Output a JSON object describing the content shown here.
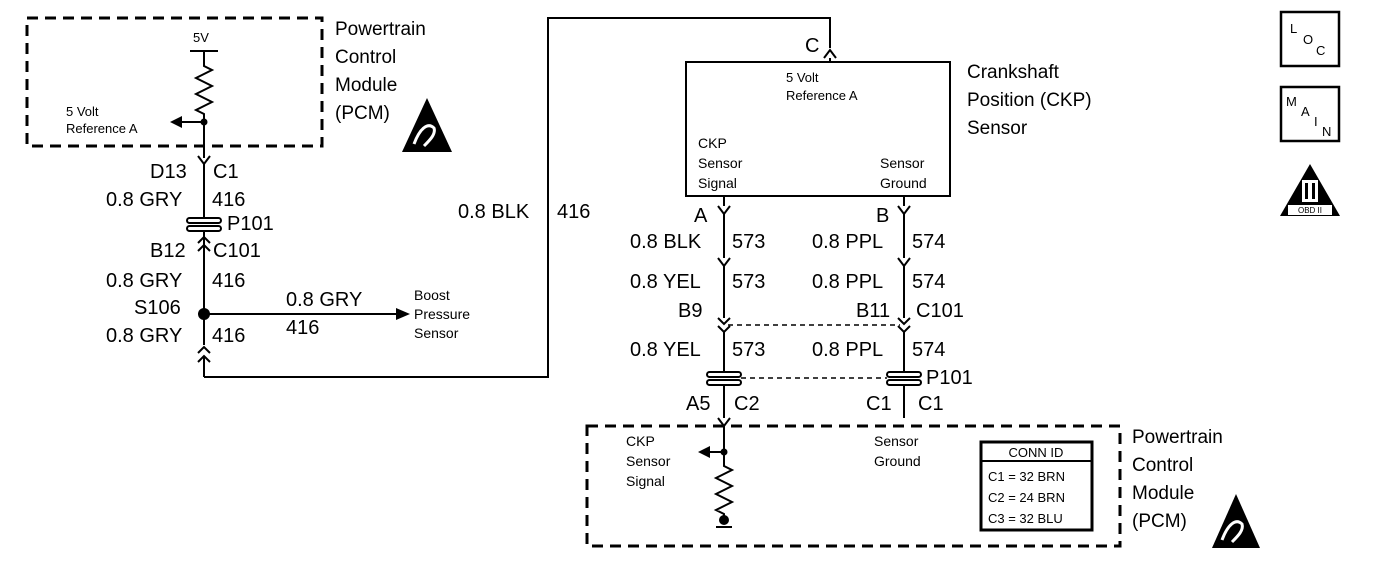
{
  "pcm_top": {
    "name_lines": [
      "Powertrain",
      "Control",
      "Module",
      "(PCM)"
    ],
    "voltage": "5V",
    "ref_lines": [
      "5 Volt",
      "Reference A"
    ]
  },
  "left_circuit": {
    "pin": "D13",
    "conn": "C1",
    "wire1": "0.8 GRY",
    "ckt1": "416",
    "splice_conn": "P101",
    "pin2": "B12",
    "conn2": "C101",
    "wire2": "0.8 GRY",
    "ckt2": "416",
    "splice": "S106",
    "branch_wire": "0.8 GRY",
    "branch_ckt": "416",
    "boost_lines": [
      "Boost",
      "Pressure",
      "Sensor"
    ],
    "wire3": "0.8 GRY",
    "ckt3": "416"
  },
  "loop_wire": {
    "color": "0.8 BLK",
    "ckt": "416"
  },
  "ckp_sensor": {
    "name_lines": [
      "Crankshaft",
      "Position (CKP)",
      "Sensor"
    ],
    "pin_c": "C",
    "ref_lines": [
      "5 Volt",
      "Reference A"
    ],
    "signal_lines": [
      "CKP",
      "Sensor",
      "Signal"
    ],
    "ground_lines": [
      "Sensor",
      "Ground"
    ]
  },
  "circuit_a": {
    "pin": "A",
    "wire1": "0.8 BLK",
    "ckt1": "573",
    "wire2": "0.8 YEL",
    "ckt2": "573",
    "pin2": "B9",
    "wire3": "0.8 YEL",
    "ckt3": "573",
    "pcm_pin": "A5",
    "pcm_conn": "C2"
  },
  "circuit_b": {
    "pin": "B",
    "wire1": "0.8 PPL",
    "ckt1": "574",
    "wire2": "0.8 PPL",
    "ckt2": "574",
    "pin2": "B11",
    "conn2": "C101",
    "wire3": "0.8 PPL",
    "ckt3": "574",
    "splice_conn": "P101",
    "pcm_pin": "C1",
    "pcm_conn": "C1"
  },
  "pcm_bottom": {
    "name_lines": [
      "Powertrain",
      "Control",
      "Module",
      "(PCM)"
    ],
    "signal_lines": [
      "CKP",
      "Sensor",
      "Signal"
    ],
    "ground_lines": [
      "Sensor",
      "Ground"
    ],
    "conn_id": {
      "title": "CONN ID",
      "rows": [
        "C1 = 32 BRN",
        "C2 = 24 BRN",
        "C3 = 32 BLU"
      ]
    }
  },
  "side_icons": {
    "loc": [
      "L",
      "O",
      "C"
    ],
    "main": [
      "M",
      "A",
      "I",
      "N"
    ],
    "obd_label": "OBD II"
  }
}
